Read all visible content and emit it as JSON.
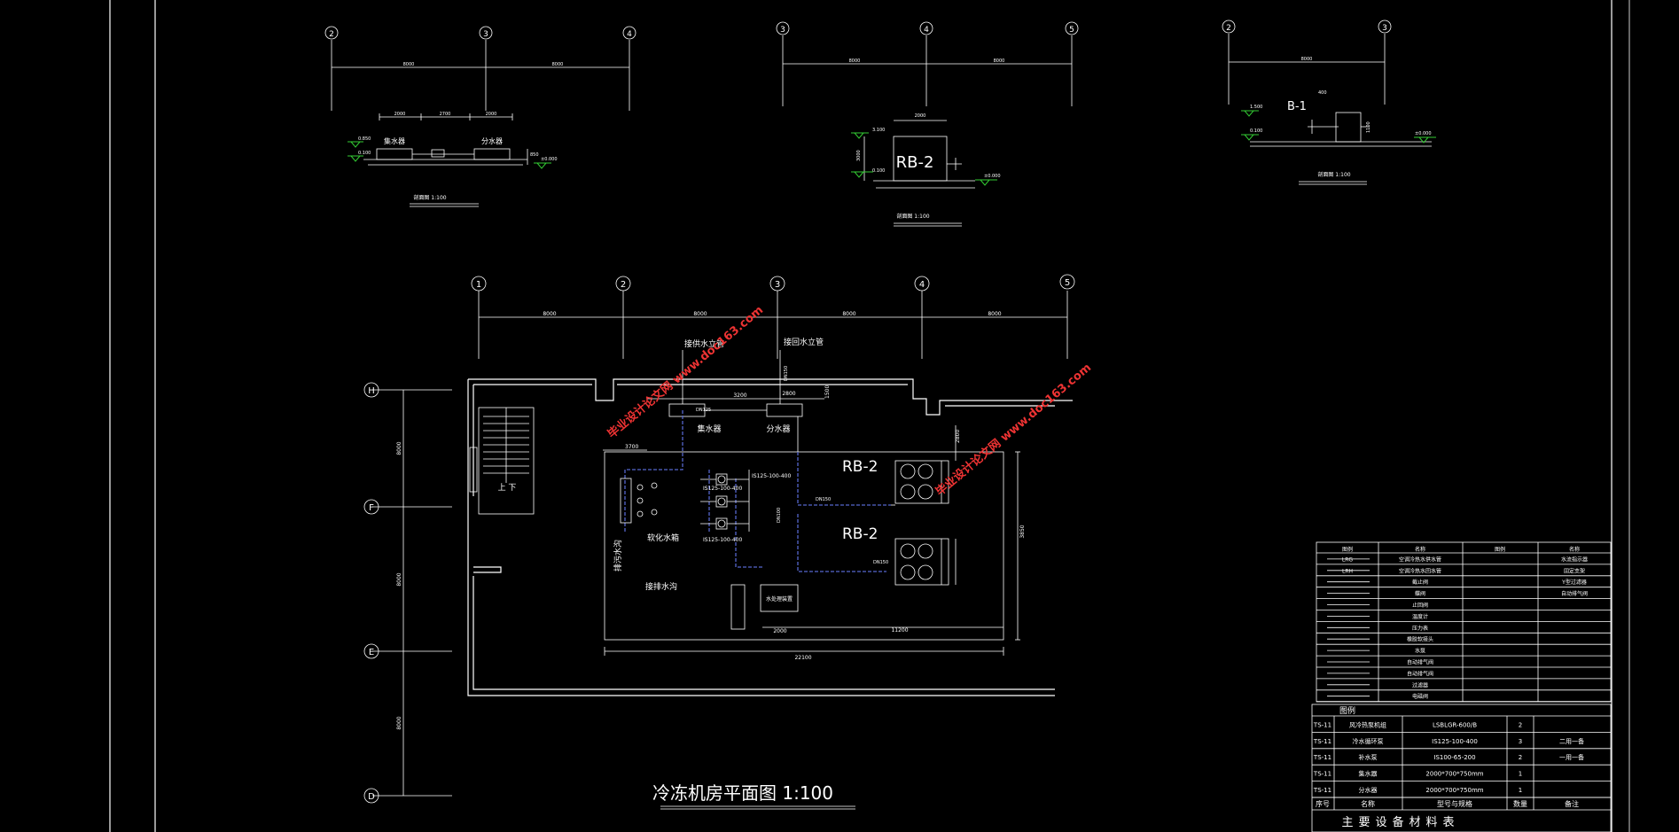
{
  "top_views": [
    {
      "axes": [
        "2",
        "3",
        "4"
      ],
      "dims": [
        "8000",
        "8000"
      ],
      "sub_dims": [
        "2000",
        "2700",
        "2000"
      ],
      "labels": {
        "left_eq": "集水器",
        "right_eq": "分水器"
      },
      "levels": [
        "0.850",
        "0.100",
        "±0.000"
      ],
      "side_dim": "850",
      "title": "剖面图 1:100"
    },
    {
      "axes": [
        "3",
        "4",
        "5"
      ],
      "dims": [
        "8000",
        "8000"
      ],
      "top_dim": "2000",
      "unit_label": "RB-2",
      "levels": [
        "3.100",
        "0.100",
        "±0.000"
      ],
      "side_dim": "3000",
      "title": "剖面图 1:100"
    },
    {
      "axes": [
        "2",
        "3"
      ],
      "dims": [
        "8000"
      ],
      "top_dim": "400",
      "unit_label": "B-1",
      "levels": [
        "1.500",
        "0.100",
        "±0.000"
      ],
      "side_dim": "1100",
      "title": "剖面图 1:100"
    }
  ],
  "plan": {
    "col_axes": [
      "1",
      "2",
      "3",
      "4",
      "5"
    ],
    "row_axes": [
      "H",
      "F",
      "E",
      "D"
    ],
    "col_dims": [
      "8000",
      "8000",
      "8000",
      "8000"
    ],
    "row_dims": [
      "8000",
      "8000",
      "8000"
    ],
    "labels": {
      "supply_riser": "接供水立管",
      "return_riser": "接回水立管",
      "collector": "集水器",
      "distributor": "分水器",
      "unit_a": "RB-2",
      "unit_b": "RB-2",
      "pump_a": "IS125-100-400",
      "pump_b": "IS125-100-400",
      "pump_c": "IS125-100-400",
      "drain_trench": "排污水沟",
      "drain_trench2": "接排水沟",
      "softener": "软化水箱",
      "water_tank": "水处理装置",
      "stair": "上 下",
      "dn_a": "DN125",
      "dn_b": "DN150",
      "dn_c": "DN150",
      "dn_d": "DN150",
      "dn_e": "DN100",
      "dim_3200": "3200",
      "dim_2800": "2800",
      "dim_3850": "3850",
      "dim_3700": "3700",
      "dim_11200": "11200",
      "dim_22100": "22100",
      "dim_2000": "2000",
      "dim_1500": "1500",
      "dim_2800b": "2800"
    },
    "title": "冷冻机房平面图 1:100"
  },
  "watermark": "毕业设计论文网 www.doc163.com",
  "legend": {
    "header": [
      "图例",
      "名称",
      "图例",
      "名称"
    ],
    "rows": [
      [
        "LRG",
        "空调冷热水供水管",
        "",
        "水流指示器"
      ],
      [
        "LRH",
        "空调冷热水回水管",
        "",
        "固定支架"
      ],
      [
        "",
        "截止阀",
        "",
        "Y型过滤器"
      ],
      [
        "",
        "蝶阀",
        "",
        "自动排气阀"
      ],
      [
        "",
        "止回阀",
        "",
        ""
      ],
      [
        "",
        "温度计",
        "",
        ""
      ],
      [
        "",
        "压力表",
        "",
        ""
      ],
      [
        "",
        "橡胶软接头",
        "",
        ""
      ],
      [
        "",
        "水泵",
        "",
        ""
      ],
      [
        "",
        "自动排气阀",
        "",
        ""
      ],
      [
        "",
        "自动排气阀",
        "",
        ""
      ],
      [
        "",
        "过滤器",
        "",
        ""
      ],
      [
        "",
        "电磁阀",
        "",
        ""
      ]
    ],
    "footer_label": "图例"
  },
  "equipment": {
    "rows": [
      [
        "TS-11",
        "风冷热泵机组",
        "LSBLGR-600/B",
        "2",
        ""
      ],
      [
        "TS-11",
        "冷水循环泵",
        "IS125-100-400",
        "3",
        "二用一备"
      ],
      [
        "TS-11",
        "补水泵",
        "IS100-65-200",
        "2",
        "一用一备"
      ],
      [
        "TS-11",
        "集水器",
        "2000*700*750mm",
        "1",
        ""
      ],
      [
        "TS-11",
        "分水器",
        "2000*700*750mm",
        "1",
        ""
      ]
    ],
    "header": [
      "序号",
      "名称",
      "型号与规格",
      "数量",
      "备注"
    ],
    "title": "主要设备材料表"
  }
}
